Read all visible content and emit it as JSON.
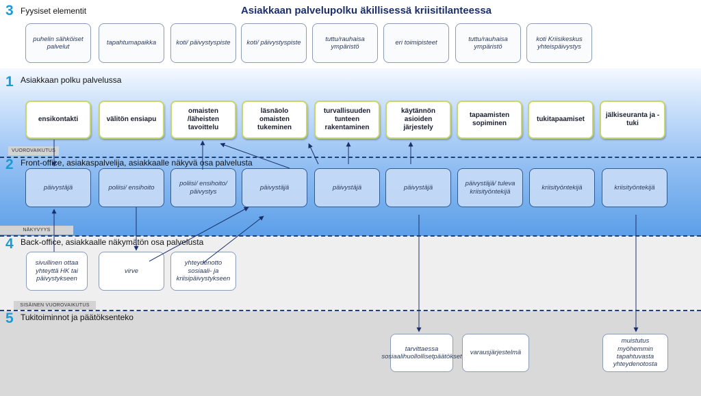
{
  "title": "Asiakkaan palvelupolku äkillisessä kriisitilanteessa",
  "lanes": {
    "physical": {
      "num": "3",
      "label": "Fyysiset elementit"
    },
    "customer": {
      "num": "1",
      "label": "Asiakkaan polku palvelussa"
    },
    "front": {
      "num": "2",
      "label": "Front-office, asiakaspalvelija, asiakkaalle näkyvä osa palvelusta"
    },
    "back": {
      "num": "4",
      "label": "Back-office, asiakkaalle näkymätön osa palvelusta"
    },
    "support": {
      "num": "5",
      "label": "Tukitoiminnot ja päätöksenteko"
    }
  },
  "tags": {
    "interaction": "VUOROVAIKUTUS",
    "visibility": "NÄKYVYYS",
    "internal": "SISÄINEN VUOROVAIKUTUS"
  },
  "physical_elements": [
    "puhelin sähköiset palvelut",
    "tapahtumapaikka",
    "koti/ päivystyspiste",
    "koti/ päivystyspiste",
    "tuttu/rauhaisa ympäristö",
    "eri toimipisteet",
    "tuttu/rauhaisa ympäristö",
    "koti Kriisikeskus yhteispäivystys"
  ],
  "customer_path": [
    "ensikontakti",
    "välitön ensiapu",
    "omaisten /läheisten tavoittelu",
    "läsnäolo omaisten tukeminen",
    "turvallisuuden tunteen rakentaminen",
    "käytännön asioiden järjestely",
    "tapaamisten sopiminen",
    "tukitapaamiset",
    "jälkiseuranta ja -tuki"
  ],
  "front_office": [
    "päivystäjä",
    "poliisi/ ensihoito",
    "poliisi/ ensihoito/ päivystys",
    "päivystäjä",
    "päivystäjä",
    "päivystäjä",
    "päivystäjä/ tuleva kriisityöntekijä",
    "kriisityöntekijä",
    "kriisityöntekijä"
  ],
  "back_office": [
    "sivullinen ottaa yhteyttä HK tai päivystykseen",
    "virve",
    "yhteydenotto sosiaali- ja kriisipäivystykseen"
  ],
  "support": [
    "tarvittaessa sosiaalihuollollisetpäätökset",
    "varausjärjestelmä",
    "muistutus myöhemmin tapahtuvasta yhteydenotosta"
  ],
  "colors": {
    "accent_number": "#1a9bd7",
    "title": "#1b2f6b",
    "customer_border": "#c6d66a",
    "dash": "#1f3f77"
  }
}
